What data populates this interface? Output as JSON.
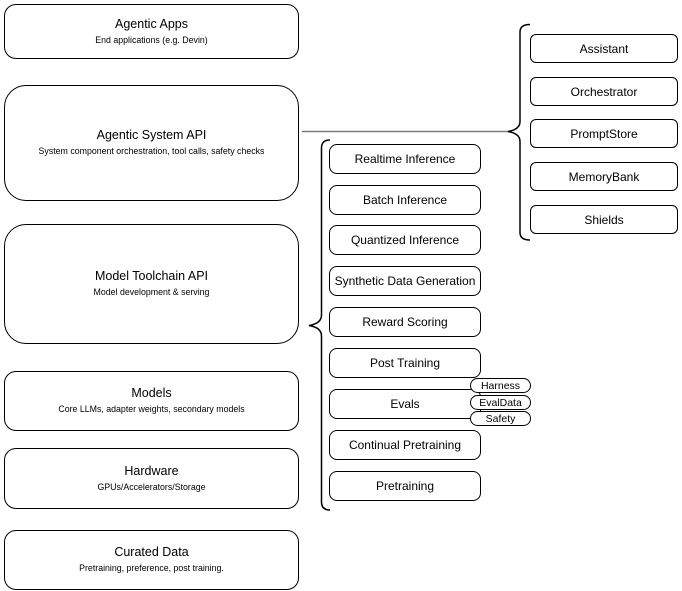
{
  "diagram": {
    "stack": [
      {
        "title": "Agentic Apps",
        "subtitle": "End applications (e.g. Devin)"
      },
      {
        "title": "Agentic System API",
        "subtitle": "System component orchestration, tool calls, safety checks"
      },
      {
        "title": "Model Toolchain API",
        "subtitle": "Model development & serving"
      },
      {
        "title": "Models",
        "subtitle": "Core LLMs, adapter weights, secondary models"
      },
      {
        "title": "Hardware",
        "subtitle": "GPUs/Accelerators/Storage"
      },
      {
        "title": "Curated Data",
        "subtitle": "Pretraining, preference, post training."
      }
    ],
    "toolchain_api_items": [
      "Realtime Inference",
      "Batch Inference",
      "Quantized Inference",
      "Synthetic Data Generation",
      "Reward Scoring",
      "Post Training",
      "Evals",
      "Continual Pretraining",
      "Pretraining"
    ],
    "evals_chips": [
      "Harness",
      "EvalData",
      "Safety"
    ],
    "system_api_items": [
      "Assistant",
      "Orchestrator",
      "PromptStore",
      "MemoryBank",
      "Shields"
    ],
    "colors": {
      "node_border": "#000000",
      "node_fill": "#ffffff",
      "connector": "#7a7a7a",
      "text": "#000000",
      "background": "#ffffff"
    }
  }
}
